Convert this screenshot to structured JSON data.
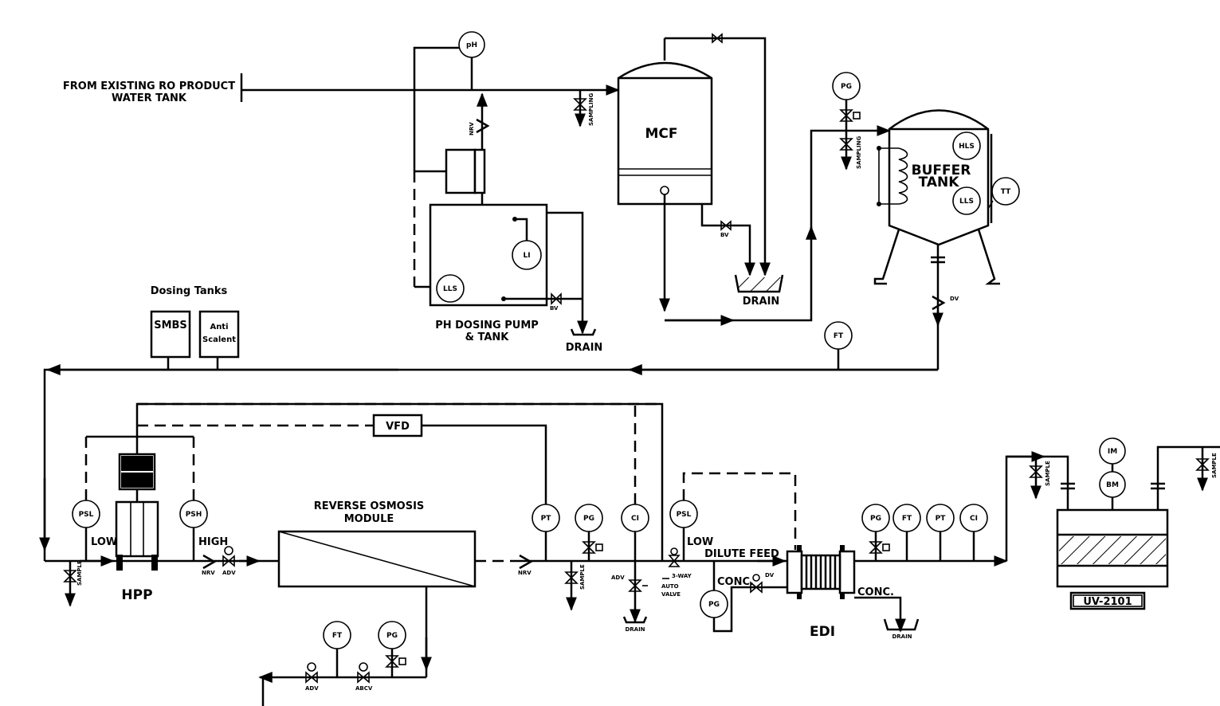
{
  "labels": {
    "source": [
      "FROM EXISTING RO PRODUCT",
      "WATER TANK"
    ],
    "mcf": "MCF",
    "buffer_tank": [
      "BUFFER",
      "TANK"
    ],
    "ph_dosing": [
      "PH DOSING PUMP",
      "& TANK"
    ],
    "drain": "DRAIN",
    "dosing_tanks": "Dosing Tanks",
    "smbs": "SMBS",
    "antiscalent": [
      "Anti",
      "Scalent"
    ],
    "vfd": "VFD",
    "ro_module": [
      "REVERSE OSMOSIS",
      "MODULE"
    ],
    "hpp": "HPP",
    "low": "LOW",
    "high": "HIGH",
    "dilute_feed": "DILUTE FEED",
    "conc": "CONC.",
    "edi": "EDI",
    "uv": "UV-2101",
    "nrv": "NRV",
    "adv": "ADV",
    "abcv": "ABCV",
    "dv": "DV",
    "bv": "BV",
    "sample": "SAMPLE",
    "sampling": "SAMPLING",
    "three_way": [
      "3-WAY",
      "AUTO",
      "VALVE"
    ]
  },
  "instruments": {
    "ph": "pH",
    "lls": "LLS",
    "hls": "HLS",
    "li": "LI",
    "pg": "PG",
    "tt": "TT",
    "ft": "FT",
    "psl": "PSL",
    "psh": "PSH",
    "ci": "CI",
    "pt": "PT",
    "im": "IM",
    "bm": "BM"
  }
}
